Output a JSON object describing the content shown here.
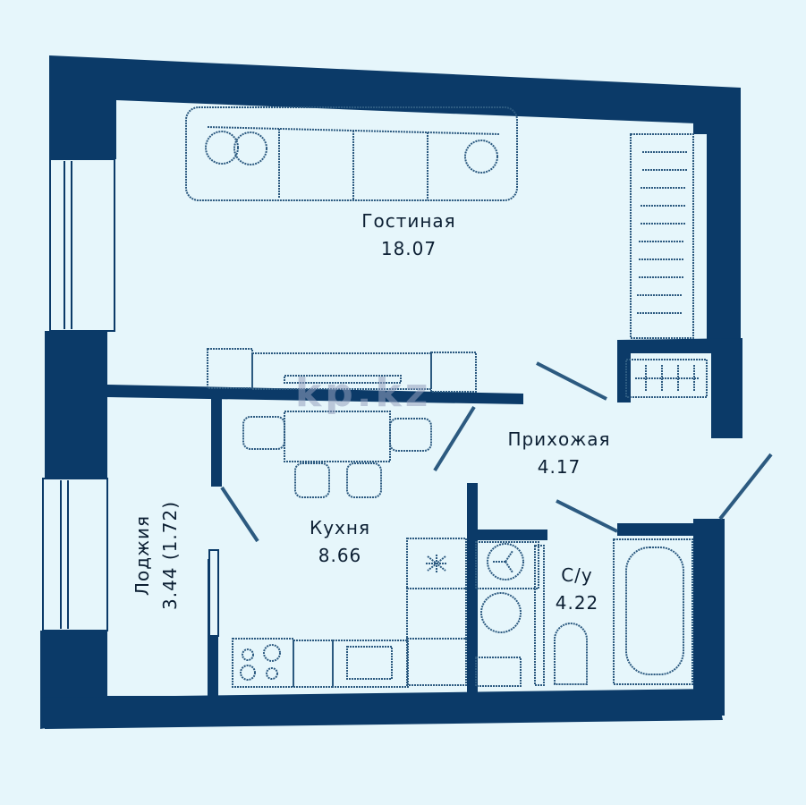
{
  "plan": {
    "colors": {
      "background": "#e6f6fb",
      "wall": "#0b3a68",
      "furniture_line": "#2c5a80",
      "text": "#0c1f33",
      "watermark": "#96a0be"
    },
    "rooms": [
      {
        "id": "living",
        "name": "Гостиная",
        "area": "18.07"
      },
      {
        "id": "kitchen",
        "name": "Кухня",
        "area": "8.66"
      },
      {
        "id": "hallway",
        "name": "Прихожая",
        "area": "4.17"
      },
      {
        "id": "bathroom",
        "name": "С/у",
        "area": "4.22"
      },
      {
        "id": "loggia",
        "name": "Лоджия",
        "area": "3.44 (1.72)"
      }
    ],
    "watermark": "kp.kz",
    "icons": {
      "sofa": "sofa-icon",
      "wardrobe": "wardrobe-hangers-icon",
      "dining_table": "dining-table-icon",
      "stove": "stove-icon",
      "sink": "kitchen-sink-icon",
      "fridge": "fridge-icon",
      "washing_machine": "washing-machine-icon",
      "washbasin": "washbasin-icon",
      "toilet": "toilet-icon",
      "bathtub": "bathtub-icon"
    }
  }
}
